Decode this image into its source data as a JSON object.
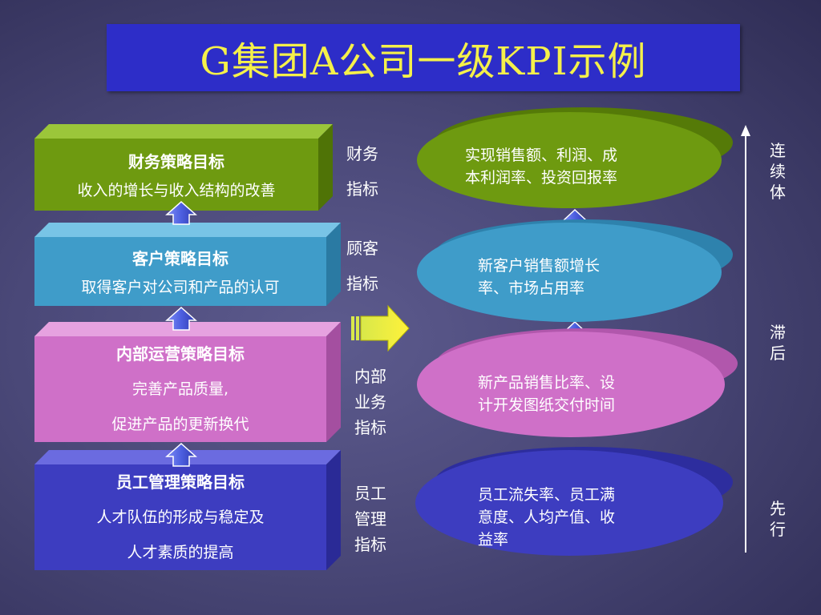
{
  "title": "G集团A公司一级KPI示例",
  "strategy_boxes": [
    {
      "title": "财务策略目标",
      "lines": [
        "收入的增长与收入结构的改善"
      ]
    },
    {
      "title": "客户策略目标",
      "lines": [
        "取得客户对公司和产品的认可"
      ]
    },
    {
      "title": "内部运营策略目标",
      "lines": [
        "完善产品质量,",
        "促进产品的更新换代"
      ]
    },
    {
      "title": "员工管理策略目标",
      "lines": [
        "人才队伍的形成与稳定及",
        "人才素质的提高"
      ]
    }
  ],
  "indicator_labels": [
    {
      "lines": [
        "财务",
        "指标"
      ]
    },
    {
      "lines": [
        "顾客",
        "指标"
      ]
    },
    {
      "lines": [
        "内部",
        "业务",
        "指标"
      ]
    },
    {
      "lines": [
        "员工",
        "管理",
        "指标"
      ]
    }
  ],
  "kpi_ellipses": [
    {
      "lines": [
        "实现销售额、利润、成",
        "本利润率、投资回报率"
      ]
    },
    {
      "lines": [
        "新客户销售额增长",
        "率、市场占用率"
      ]
    },
    {
      "lines": [
        "新产品销售比率、设",
        "计开发图纸交付时间"
      ]
    },
    {
      "lines": [
        "员工流失率、员工满",
        "意度、人均产值、收",
        "益率"
      ]
    }
  ],
  "axis_labels": {
    "top": "连续体",
    "middle": "滞后",
    "bottom": "先行"
  },
  "colors": {
    "title_bg": "#2d2dc8",
    "title_text": "#f5f04a",
    "finance": "#6e9a10",
    "customer": "#3f9cc9",
    "internal": "#cf70c8",
    "employee": "#3d3dc0",
    "up_arrow": "#5a6ae8",
    "right_arrow": "#f5f03c"
  },
  "icons": {
    "up_arrow": "up-arrow-icon",
    "right_arrow": "right-arrow-icon",
    "axis_arrow": "axis-arrow-icon"
  }
}
